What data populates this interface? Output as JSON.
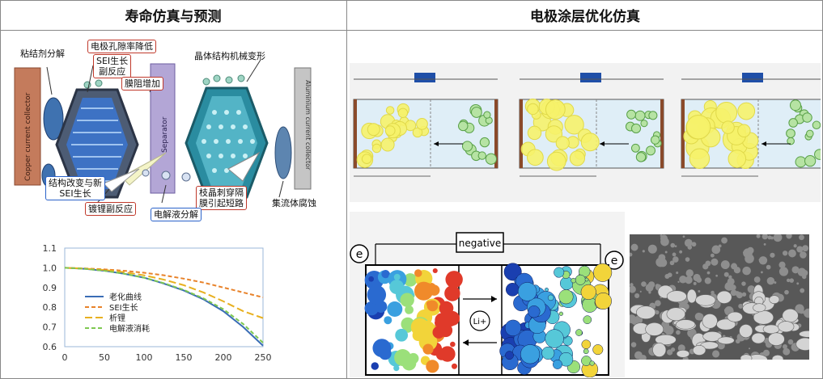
{
  "left_panel": {
    "title": "寿命仿真与预测",
    "battery_labels": {
      "binder": "粘结剂分解",
      "porosity": "电极孔隙率降低",
      "sei_growth": "SEI生长",
      "side_reaction": "副反应",
      "film_resistance": "膜阻增加",
      "crystal": "晶体结构机械变形",
      "struct_change": "结构改变与新",
      "new_sei": "SEI生长",
      "plating": "镀锂副反应",
      "dendrite_1": "枝晶刺穿隔",
      "dendrite_2": "膜引起短路",
      "electrolyte": "电解液分解",
      "corrosion": "集流体腐蚀",
      "copper": "Copper current collector",
      "separator": "Separator",
      "aluminium": "Aluminium current collector"
    }
  },
  "right_panel": {
    "title": "电极涂层优化仿真",
    "sim_labels": {
      "negative": "negative",
      "e": "e",
      "li": "Li+"
    }
  },
  "colors": {
    "curve_aging": "#3a6db5",
    "curve_sei": "#e8822a",
    "curve_plating": "#e8b020",
    "curve_electrolyte": "#7ec850"
  },
  "chart_data": {
    "type": "line",
    "x": [
      0,
      25,
      50,
      75,
      100,
      125,
      150,
      175,
      200,
      225,
      250
    ],
    "xlim": [
      0,
      250
    ],
    "ylim": [
      0.6,
      1.1
    ],
    "xticks": [
      0,
      50,
      100,
      150,
      200,
      250
    ],
    "yticks": [
      0.6,
      0.7,
      0.8,
      0.9,
      1.0,
      1.1
    ],
    "legend_position": "bottom-left",
    "grid": false,
    "series": [
      {
        "name": "老化曲线",
        "values": [
          1.0,
          0.995,
          0.985,
          0.97,
          0.95,
          0.92,
          0.885,
          0.84,
          0.78,
          0.7,
          0.605
        ],
        "color": "#3a6db5",
        "dash": "solid"
      },
      {
        "name": "SEI生长",
        "values": [
          1.0,
          0.997,
          0.992,
          0.985,
          0.975,
          0.962,
          0.945,
          0.925,
          0.9,
          0.875,
          0.85
        ],
        "color": "#e8822a",
        "dash": "dash"
      },
      {
        "name": "析锂",
        "values": [
          1.0,
          0.996,
          0.989,
          0.978,
          0.962,
          0.94,
          0.912,
          0.875,
          0.83,
          0.78,
          0.745
        ],
        "color": "#e8b020",
        "dash": "longdash"
      },
      {
        "name": "电解液消耗",
        "values": [
          1.0,
          0.995,
          0.985,
          0.97,
          0.95,
          0.922,
          0.888,
          0.845,
          0.79,
          0.715,
          0.62
        ],
        "color": "#7ec850",
        "dash": "dash"
      }
    ]
  }
}
